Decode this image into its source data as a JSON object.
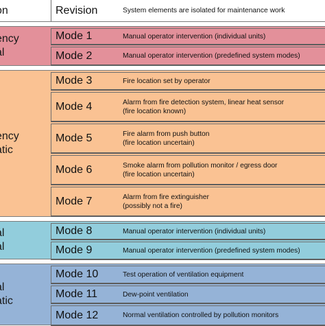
{
  "header": {
    "label_line": "on",
    "mode": "Revision",
    "description": "System elements are isolated for maintenance work"
  },
  "groups": [
    {
      "color": "#e3909a",
      "label": [
        "ency",
        "al"
      ],
      "rows": [
        {
          "mode": "Mode 1",
          "lines": [
            "Manual operator intervention (individual units)"
          ]
        },
        {
          "mode": "Mode 2",
          "lines": [
            "Manual operator intervention (predefined system modes)"
          ]
        }
      ]
    },
    {
      "color": "#fac293",
      "label": [
        "ency",
        "atic"
      ],
      "rows": [
        {
          "mode": "Mode 3",
          "lines": [
            "Fire location set by operator"
          ]
        },
        {
          "mode": "Mode 4",
          "lines": [
            "Alarm from fire detection system, linear heat sensor",
            "(fire location known)"
          ]
        },
        {
          "mode": "Mode 5",
          "lines": [
            "Fire alarm from push button",
            "(fire location uncertain)"
          ]
        },
        {
          "mode": "Mode 6",
          "lines": [
            "Smoke alarm from pollution monitor / egress door",
            "(fire location uncertain)"
          ]
        },
        {
          "mode": "Mode 7",
          "lines": [
            "Alarm from fire extinguisher",
            "(possibly not a fire)"
          ]
        }
      ]
    },
    {
      "color": "#92cddc",
      "label": [
        "al",
        "al"
      ],
      "rows": [
        {
          "mode": "Mode 8",
          "lines": [
            "Manual operator intervention (individual units)"
          ]
        },
        {
          "mode": "Mode 9",
          "lines": [
            "Manual operator intervention (predefined system modes)"
          ]
        }
      ]
    },
    {
      "color": "#95b3d7",
      "label": [
        "al",
        "atic"
      ],
      "rows": [
        {
          "mode": "Mode 10",
          "lines": [
            "Test operation of ventilation equipment"
          ]
        },
        {
          "mode": "Mode 11",
          "lines": [
            "Dew-point ventilation"
          ]
        },
        {
          "mode": "Mode 12",
          "lines": [
            "Normal ventilation controlled by pollution monitors"
          ]
        }
      ]
    }
  ]
}
